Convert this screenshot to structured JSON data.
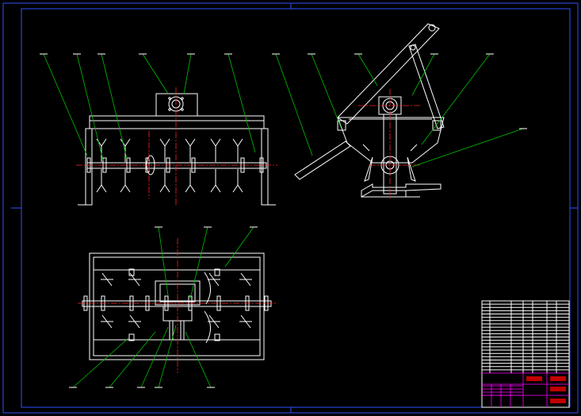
{
  "colors": {
    "background": "#000000",
    "outline": "#ffffff",
    "leader": "#00c000",
    "centerline": "#ff2020",
    "border": "#3050ff",
    "titleblock_accent": "#ff00ff",
    "titleblock_fill_red": "#c00000"
  },
  "views": [
    "front-view",
    "side-view",
    "top-view"
  ],
  "title_block": {
    "rows": 22,
    "label_cells": [
      "",
      "",
      ""
    ]
  }
}
